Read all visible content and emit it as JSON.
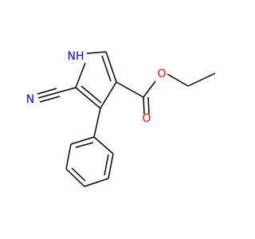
{
  "molecule": {
    "atoms": {
      "nh": {
        "label": "H",
        "element": "N",
        "color": "#0000ff"
      },
      "nitrile_n": {
        "label": "N",
        "element": "N",
        "color": "#0000ff"
      },
      "ester_o": {
        "label": "O",
        "element": "O",
        "color": "#ff0000"
      },
      "carbonyl_o": {
        "label": "O",
        "element": "O",
        "color": "#ff0000"
      }
    },
    "colors": {
      "bond": "#000000",
      "nitrogen": "#0000ff",
      "oxygen": "#ff0000",
      "background": "#ffffff"
    }
  }
}
